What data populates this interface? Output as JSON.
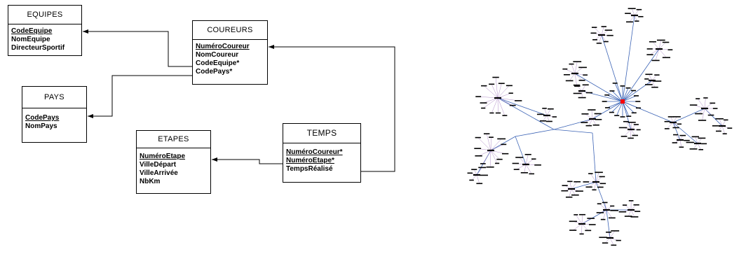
{
  "er_diagram": {
    "entities": {
      "equipes": {
        "title": "EQUIPES",
        "keys": [
          "CodeEquipe"
        ],
        "attributes": [
          "NomEquipe",
          "DirecteurSportif"
        ]
      },
      "coureurs": {
        "title": "COUREURS",
        "keys": [
          "NuméroCoureur"
        ],
        "attributes": [
          "NomCoureur",
          "CodeEquipe*",
          "CodePays*"
        ]
      },
      "pays": {
        "title": "PAYS",
        "keys": [
          "CodePays"
        ],
        "attributes": [
          "NomPays"
        ]
      },
      "etapes": {
        "title": "ETAPES",
        "keys": [
          "NuméroEtape"
        ],
        "attributes": [
          "VilleDépart",
          "VilleArrivée",
          "NbKm"
        ]
      },
      "temps": {
        "title": "TEMPS",
        "keys": [
          "NuméroCoureur*",
          "NuméroEtape*"
        ],
        "attributes": [
          "TempsRéalisé"
        ]
      }
    },
    "relationships": [
      {
        "from": "COUREURS.CodeEquipe*",
        "to": "EQUIPES.CodeEquipe"
      },
      {
        "from": "COUREURS.CodePays*",
        "to": "PAYS.CodePays"
      },
      {
        "from": "TEMPS.NuméroCoureur*",
        "to": "COUREURS.NuméroCoureur"
      },
      {
        "from": "TEMPS.NuméroEtape*",
        "to": "ETAPES.NuméroEtape"
      }
    ],
    "line_color": "#000000"
  },
  "network_graph": {
    "description_type": "radial tree graph",
    "root_color": "#ff0000",
    "edge_color_primary": "#3b63b5",
    "edge_color_secondary": "#b08cc8",
    "node_color": "#000000"
  }
}
